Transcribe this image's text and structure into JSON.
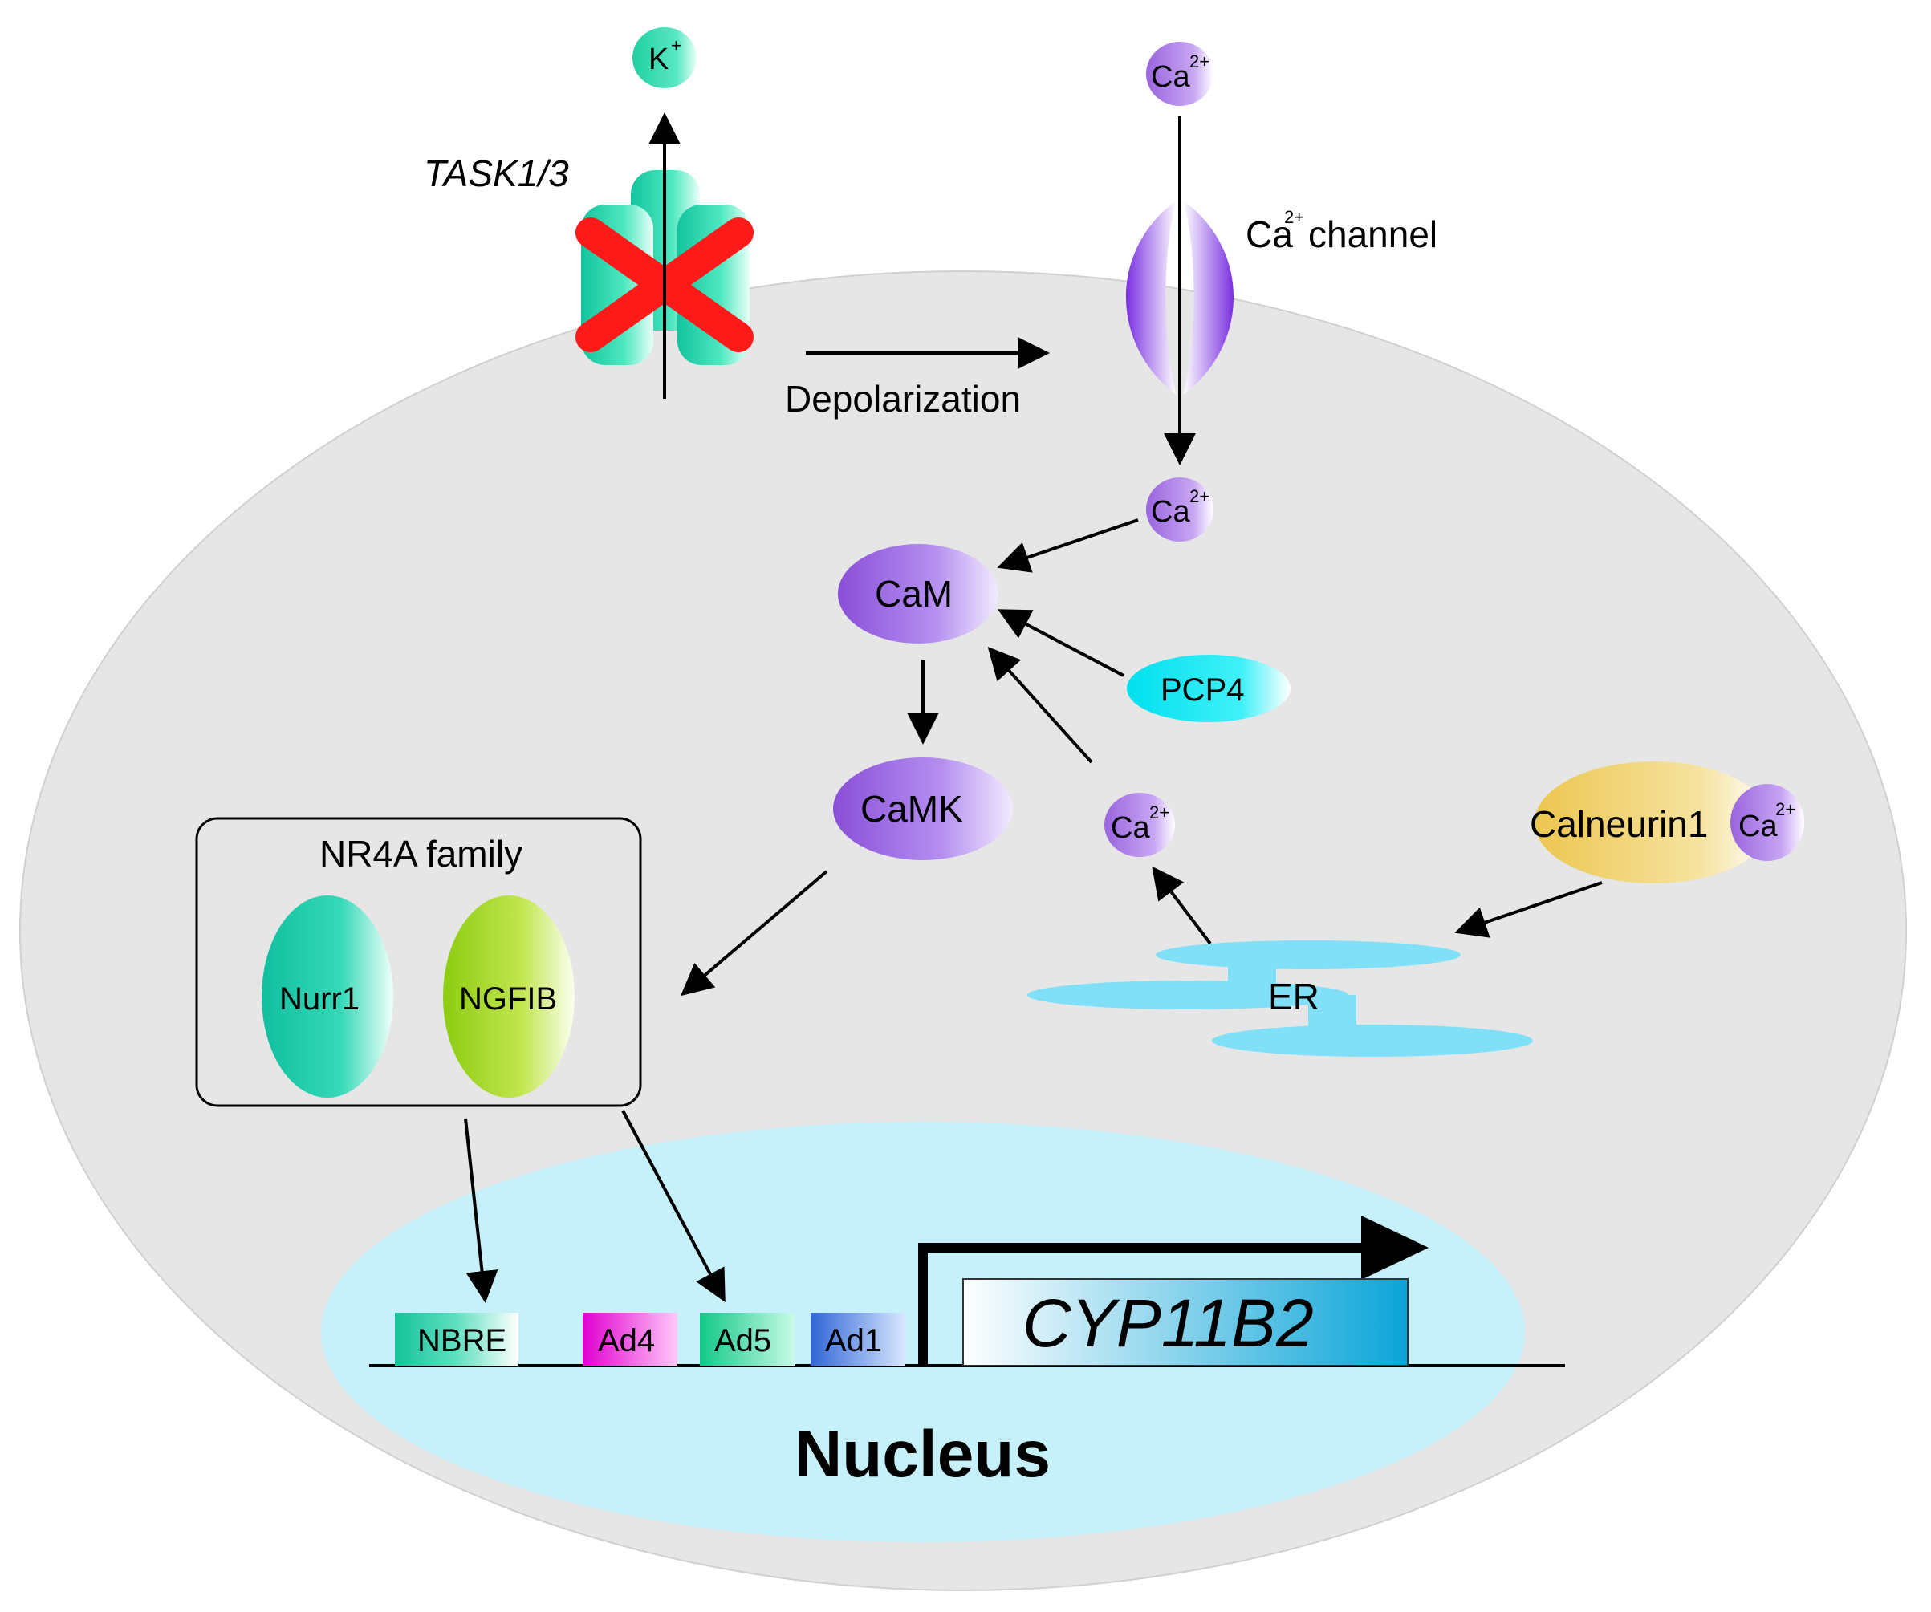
{
  "labels": {
    "k_ion": "K",
    "k_charge": "+",
    "ca_ion": "Ca",
    "ca_charge": "2+",
    "task": "TASK1/3",
    "ca_channel_prefix": "Ca",
    "ca_channel_charge": "2+",
    "ca_channel_suffix": "channel",
    "depolarization": "Depolarization",
    "cam": "CaM",
    "camk": "CaMK",
    "pcp4": "PCP4",
    "calneurin": "Calneurin1",
    "er": "ER",
    "nr4a": "NR4A family",
    "nurr1": "Nurr1",
    "ngfib": "NGFIB",
    "nbre": "NBRE",
    "ad4": "Ad4",
    "ad5": "Ad5",
    "ad1": "Ad1",
    "gene": "CYP11B2",
    "nucleus": "Nucleus"
  },
  "colors": {
    "cell": "#e6e6e6",
    "nucleus": "#c6f0fa",
    "task_channel": "#3fe3ad",
    "k_ion": "#2fd8a8",
    "ca_ion": "#a070e0",
    "ca_channel": "#8a3fe0",
    "cam": "#9f6fe2",
    "pcp4": "#00e5f0",
    "calneurin": "#f0d070",
    "er": "#7fe0f8",
    "nurr1": "#19c9a8",
    "ngfib": "#9fd21a",
    "nbre": "#22c9a0",
    "ad4": "#e010d0",
    "ad5": "#22cc88",
    "ad1": "#3a70d8",
    "gene": "#1aa8d8",
    "inhibit_cross": "#ff1a1a"
  }
}
